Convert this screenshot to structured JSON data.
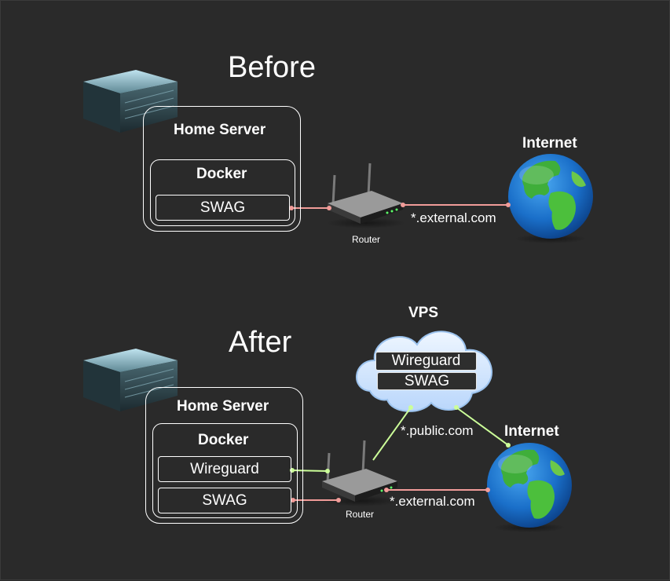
{
  "before": {
    "title": "Before",
    "home_server": "Home Server",
    "docker": "Docker",
    "swag": "SWAG",
    "router": "Router",
    "link_external": "*.external.com",
    "internet": "Internet"
  },
  "after": {
    "title": "After",
    "home_server": "Home Server",
    "docker": "Docker",
    "wireguard": "Wireguard",
    "swag": "SWAG",
    "router": "Router",
    "link_public": "*.public.com",
    "link_external": "*.external.com",
    "internet": "Internet",
    "vps": {
      "title": "VPS",
      "wireguard": "Wireguard",
      "swag": "SWAG"
    }
  },
  "colors": {
    "background": "#2a2a2a",
    "external_link": "#f19c99",
    "public_link": "#ccff99",
    "cloud_fill": "#cfe4ff",
    "cloud_stroke": "#9cc3ee"
  }
}
